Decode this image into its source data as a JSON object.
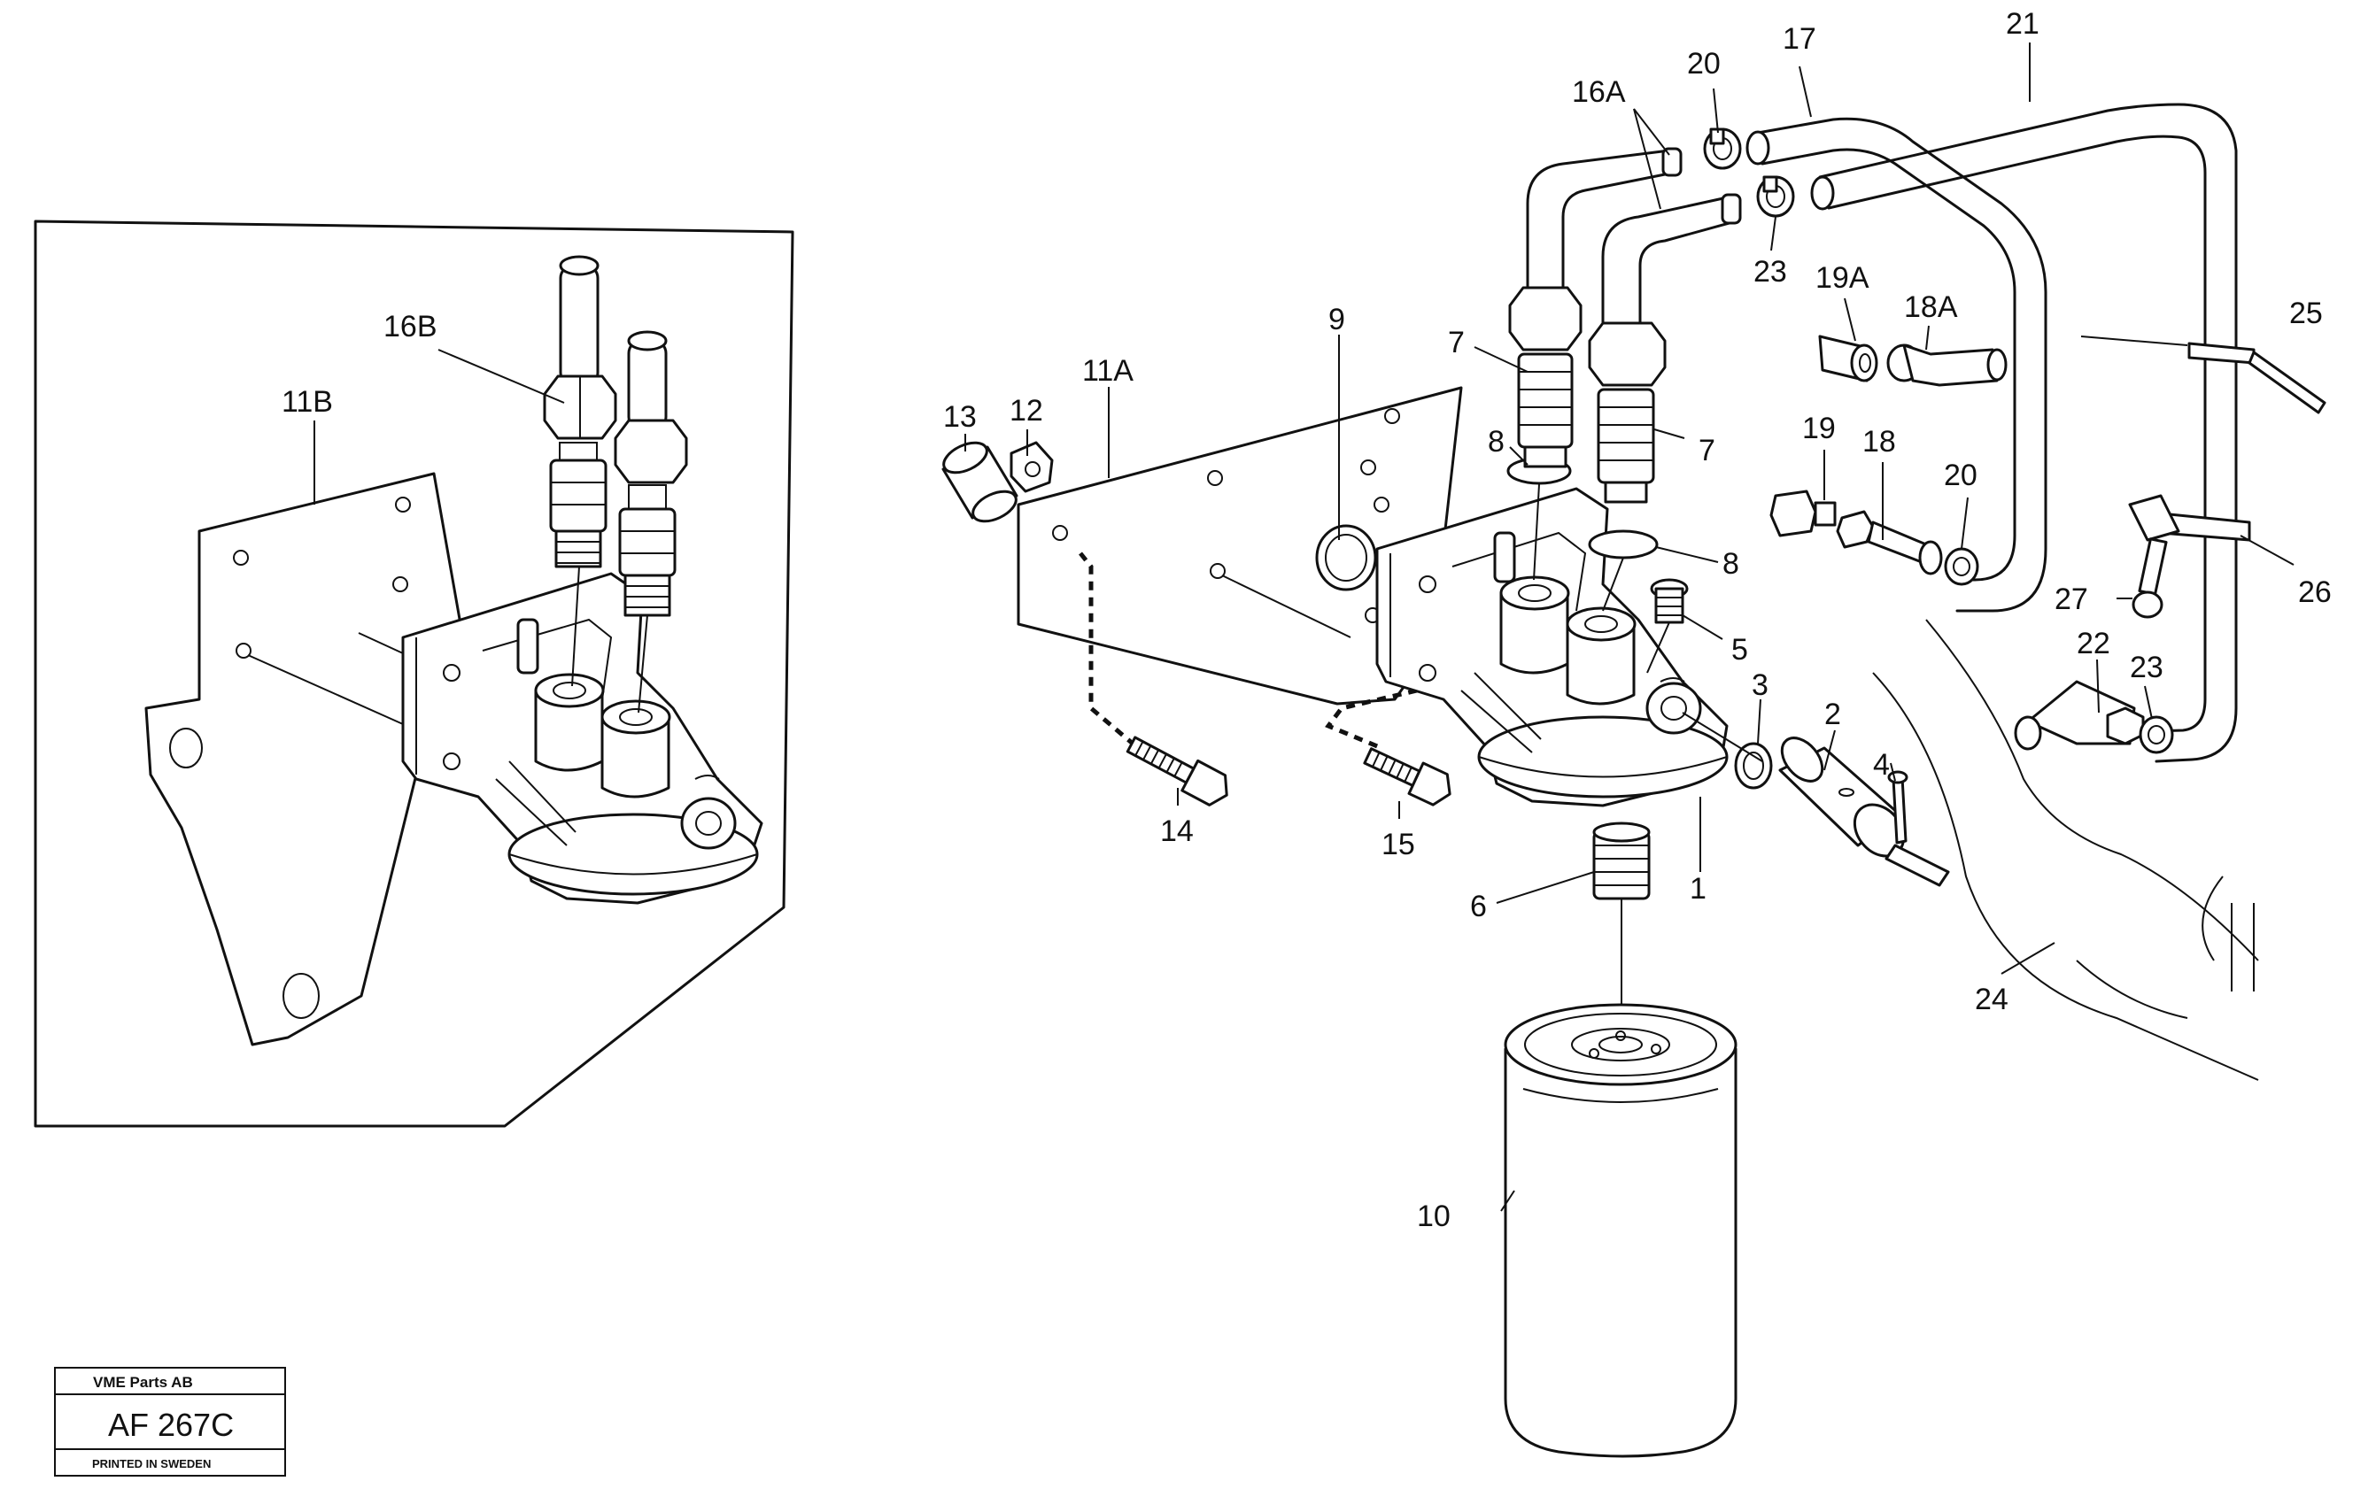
{
  "callouts": {
    "c1": "1",
    "c2": "2",
    "c3": "3",
    "c4": "4",
    "c5": "5",
    "c6": "6",
    "c7a": "7",
    "c7b": "7",
    "c8a": "8",
    "c8b": "8",
    "c9": "9",
    "c10": "10",
    "c11A": "11A",
    "c11B": "11B",
    "c12": "12",
    "c13": "13",
    "c14": "14",
    "c15": "15",
    "c16A": "16A",
    "c16B": "16B",
    "c17": "17",
    "c18": "18",
    "c18A": "18A",
    "c19": "19",
    "c19A": "19A",
    "c20a": "20",
    "c20b": "20",
    "c21": "21",
    "c22": "22",
    "c23a": "23",
    "c23b": "23",
    "c24": "24",
    "c25": "25",
    "c26": "26",
    "c27": "27"
  },
  "stamp": {
    "company": "VME Parts AB",
    "code": "AF 267C",
    "printed": "PRINTED IN SWEDEN"
  }
}
